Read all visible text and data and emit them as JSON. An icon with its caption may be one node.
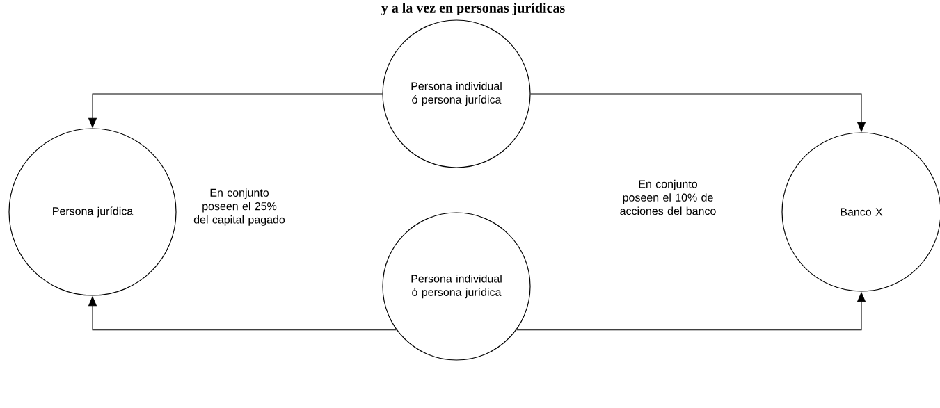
{
  "diagram": {
    "title": "y a la vez en personas jurídicas",
    "nodes": [
      {
        "text": [
          "Persona individual ó persona jurídica"
        ]
      },
      {
        "text": [
          "Persona jurídica"
        ]
      },
      {
        "text": [
          "Banco X"
        ]
      },
      {
        "text": [
          "Persona individual ó persona jurídica"
        ]
      }
    ],
    "edges": [
      {
        "from": 0,
        "to": 1,
        "arrow": "to"
      },
      {
        "from": 0,
        "to": 2,
        "arrow": "to"
      },
      {
        "from": 3,
        "to": 1,
        "arrow": "to"
      },
      {
        "from": 3,
        "to": 2,
        "arrow": "to"
      }
    ],
    "labels": [
      "En conjunto poseen el 25% del capital pagado",
      "En conjunto poseen el 10% de acciones del banco"
    ]
  }
}
